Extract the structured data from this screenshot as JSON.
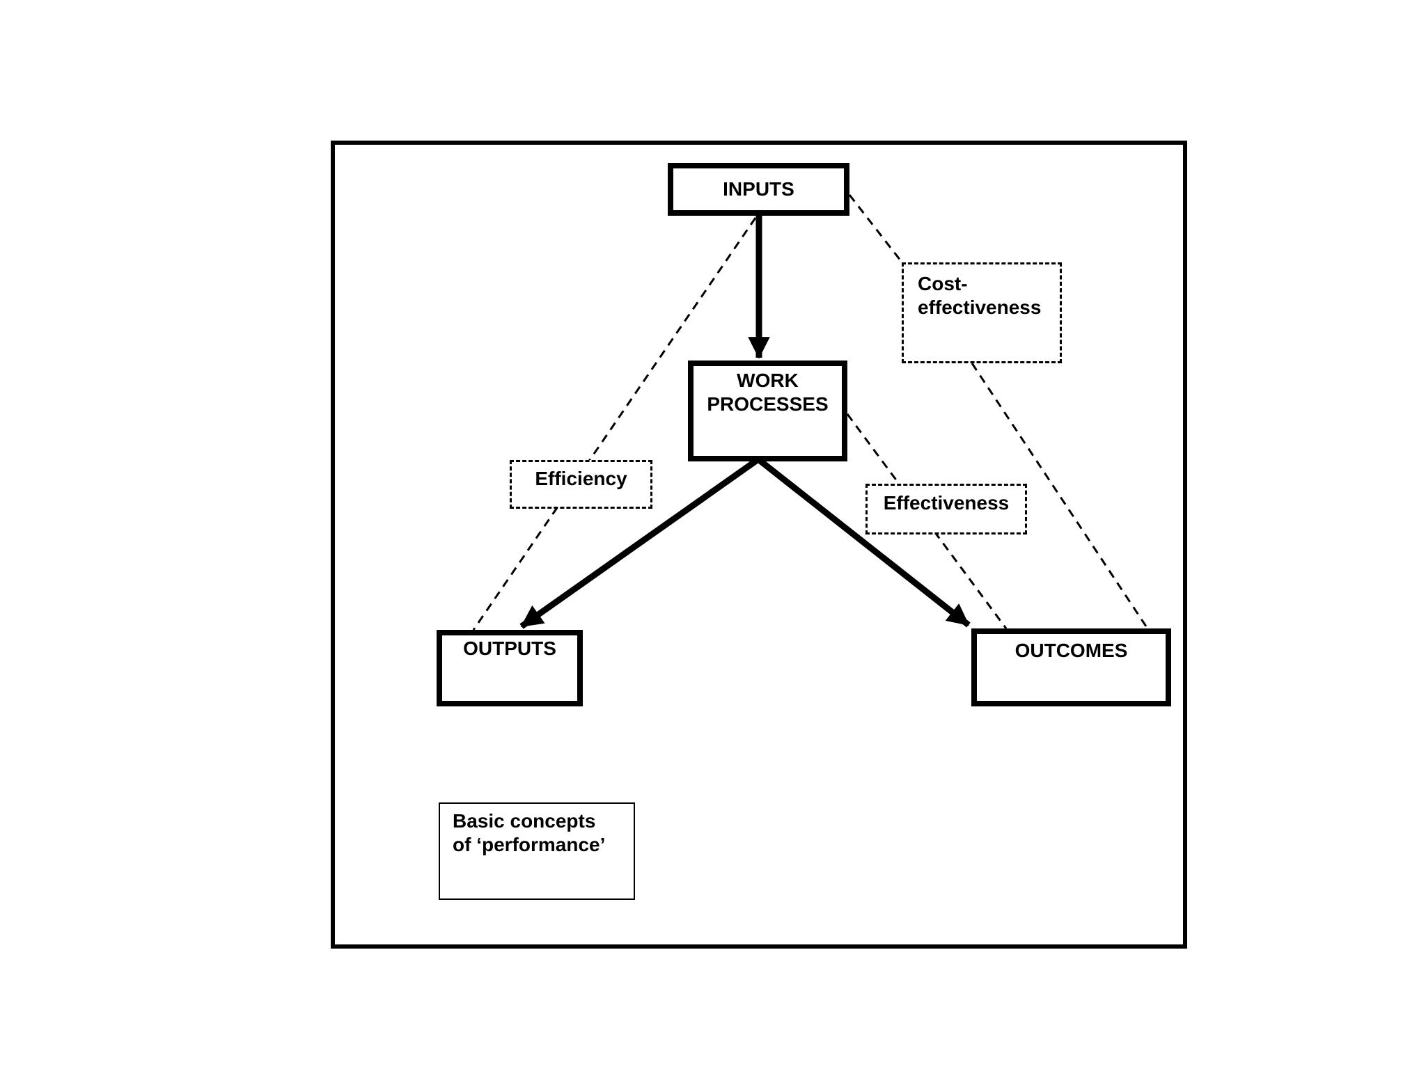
{
  "colors": {
    "ink": "#000000",
    "background": "#ffffff"
  },
  "boxes": {
    "inputs": {
      "label": "INPUTS"
    },
    "work_processes": {
      "label": "WORK PROCESSES"
    },
    "outputs": {
      "label": "OUTPUTS"
    },
    "outcomes": {
      "label": "OUTCOMES"
    }
  },
  "concept_labels": {
    "efficiency": {
      "label": "Efficiency"
    },
    "effectiveness": {
      "label": "Effectiveness"
    },
    "cost_effectiveness": {
      "label": "Cost-effectiveness"
    }
  },
  "caption": {
    "lines": [
      "Basic concepts",
      "of ‘performance’"
    ]
  },
  "connections": {
    "solid_arrows": [
      {
        "from": "INPUTS",
        "to": "WORK PROCESSES"
      },
      {
        "from": "WORK PROCESSES",
        "to": "OUTPUTS"
      },
      {
        "from": "WORK PROCESSES",
        "to": "OUTCOMES"
      }
    ],
    "dashed_links": [
      {
        "between": [
          "INPUTS",
          "OUTPUTS"
        ],
        "label": "Efficiency"
      },
      {
        "between": [
          "WORK PROCESSES",
          "OUTCOMES"
        ],
        "label": "Effectiveness"
      },
      {
        "between": [
          "INPUTS",
          "OUTCOMES"
        ],
        "label": "Cost-effectiveness"
      }
    ]
  }
}
